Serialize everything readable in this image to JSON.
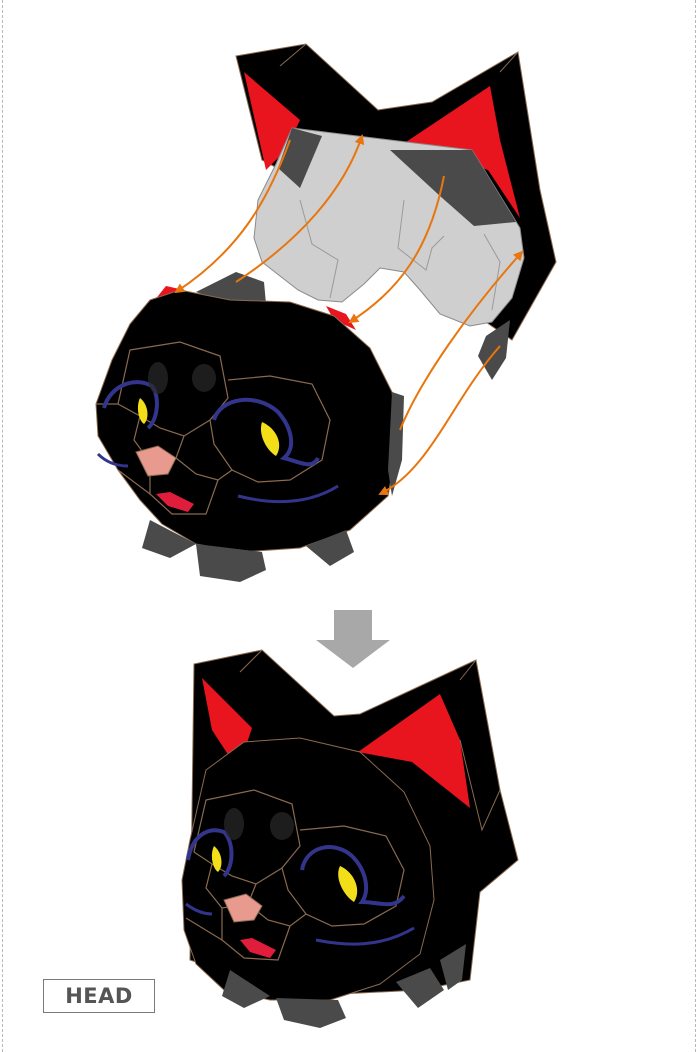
{
  "label": "HEAD",
  "colors": {
    "body": "#000000",
    "inner_ear": "#e8141e",
    "flap_gray": "#cfcfcf",
    "tab_dark": "#4a4a4a",
    "arrow": "#e8760f",
    "outline": "#8a6a50",
    "eye_ring": "#33358c",
    "eye_iris": "#f2df19",
    "nose": "#e89a8e",
    "mouth": "#e01e3c",
    "step_arrow": "#a8a8a8"
  },
  "figures": [
    "exploded-assembly",
    "assembled-head"
  ]
}
